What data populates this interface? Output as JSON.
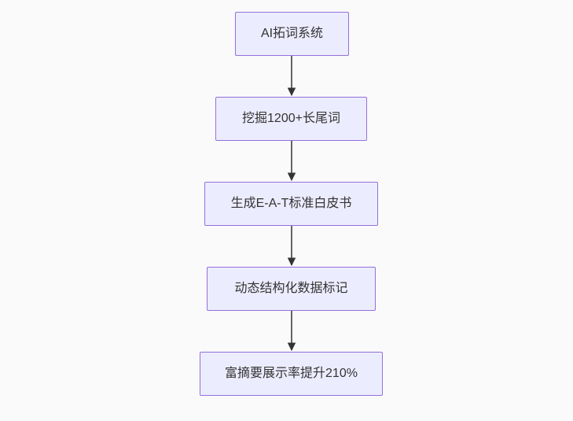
{
  "diagram": {
    "type": "flowchart",
    "direction": "top-down",
    "nodes": [
      {
        "id": "A",
        "label": "AI拓词系统"
      },
      {
        "id": "B",
        "label": "挖掘1200+长尾词"
      },
      {
        "id": "C",
        "label": "生成E-A-T标准白皮书"
      },
      {
        "id": "D",
        "label": "动态结构化数据标记"
      },
      {
        "id": "E",
        "label": "富摘要展示率提升210%"
      }
    ],
    "edges": [
      {
        "from": "A",
        "to": "B"
      },
      {
        "from": "B",
        "to": "C"
      },
      {
        "from": "C",
        "to": "D"
      },
      {
        "from": "D",
        "to": "E"
      }
    ],
    "colors": {
      "node_fill": "#ECECFF",
      "node_border": "#9370DB",
      "arrow": "#333333",
      "text": "#333333",
      "background": "#FAFAFA"
    }
  }
}
